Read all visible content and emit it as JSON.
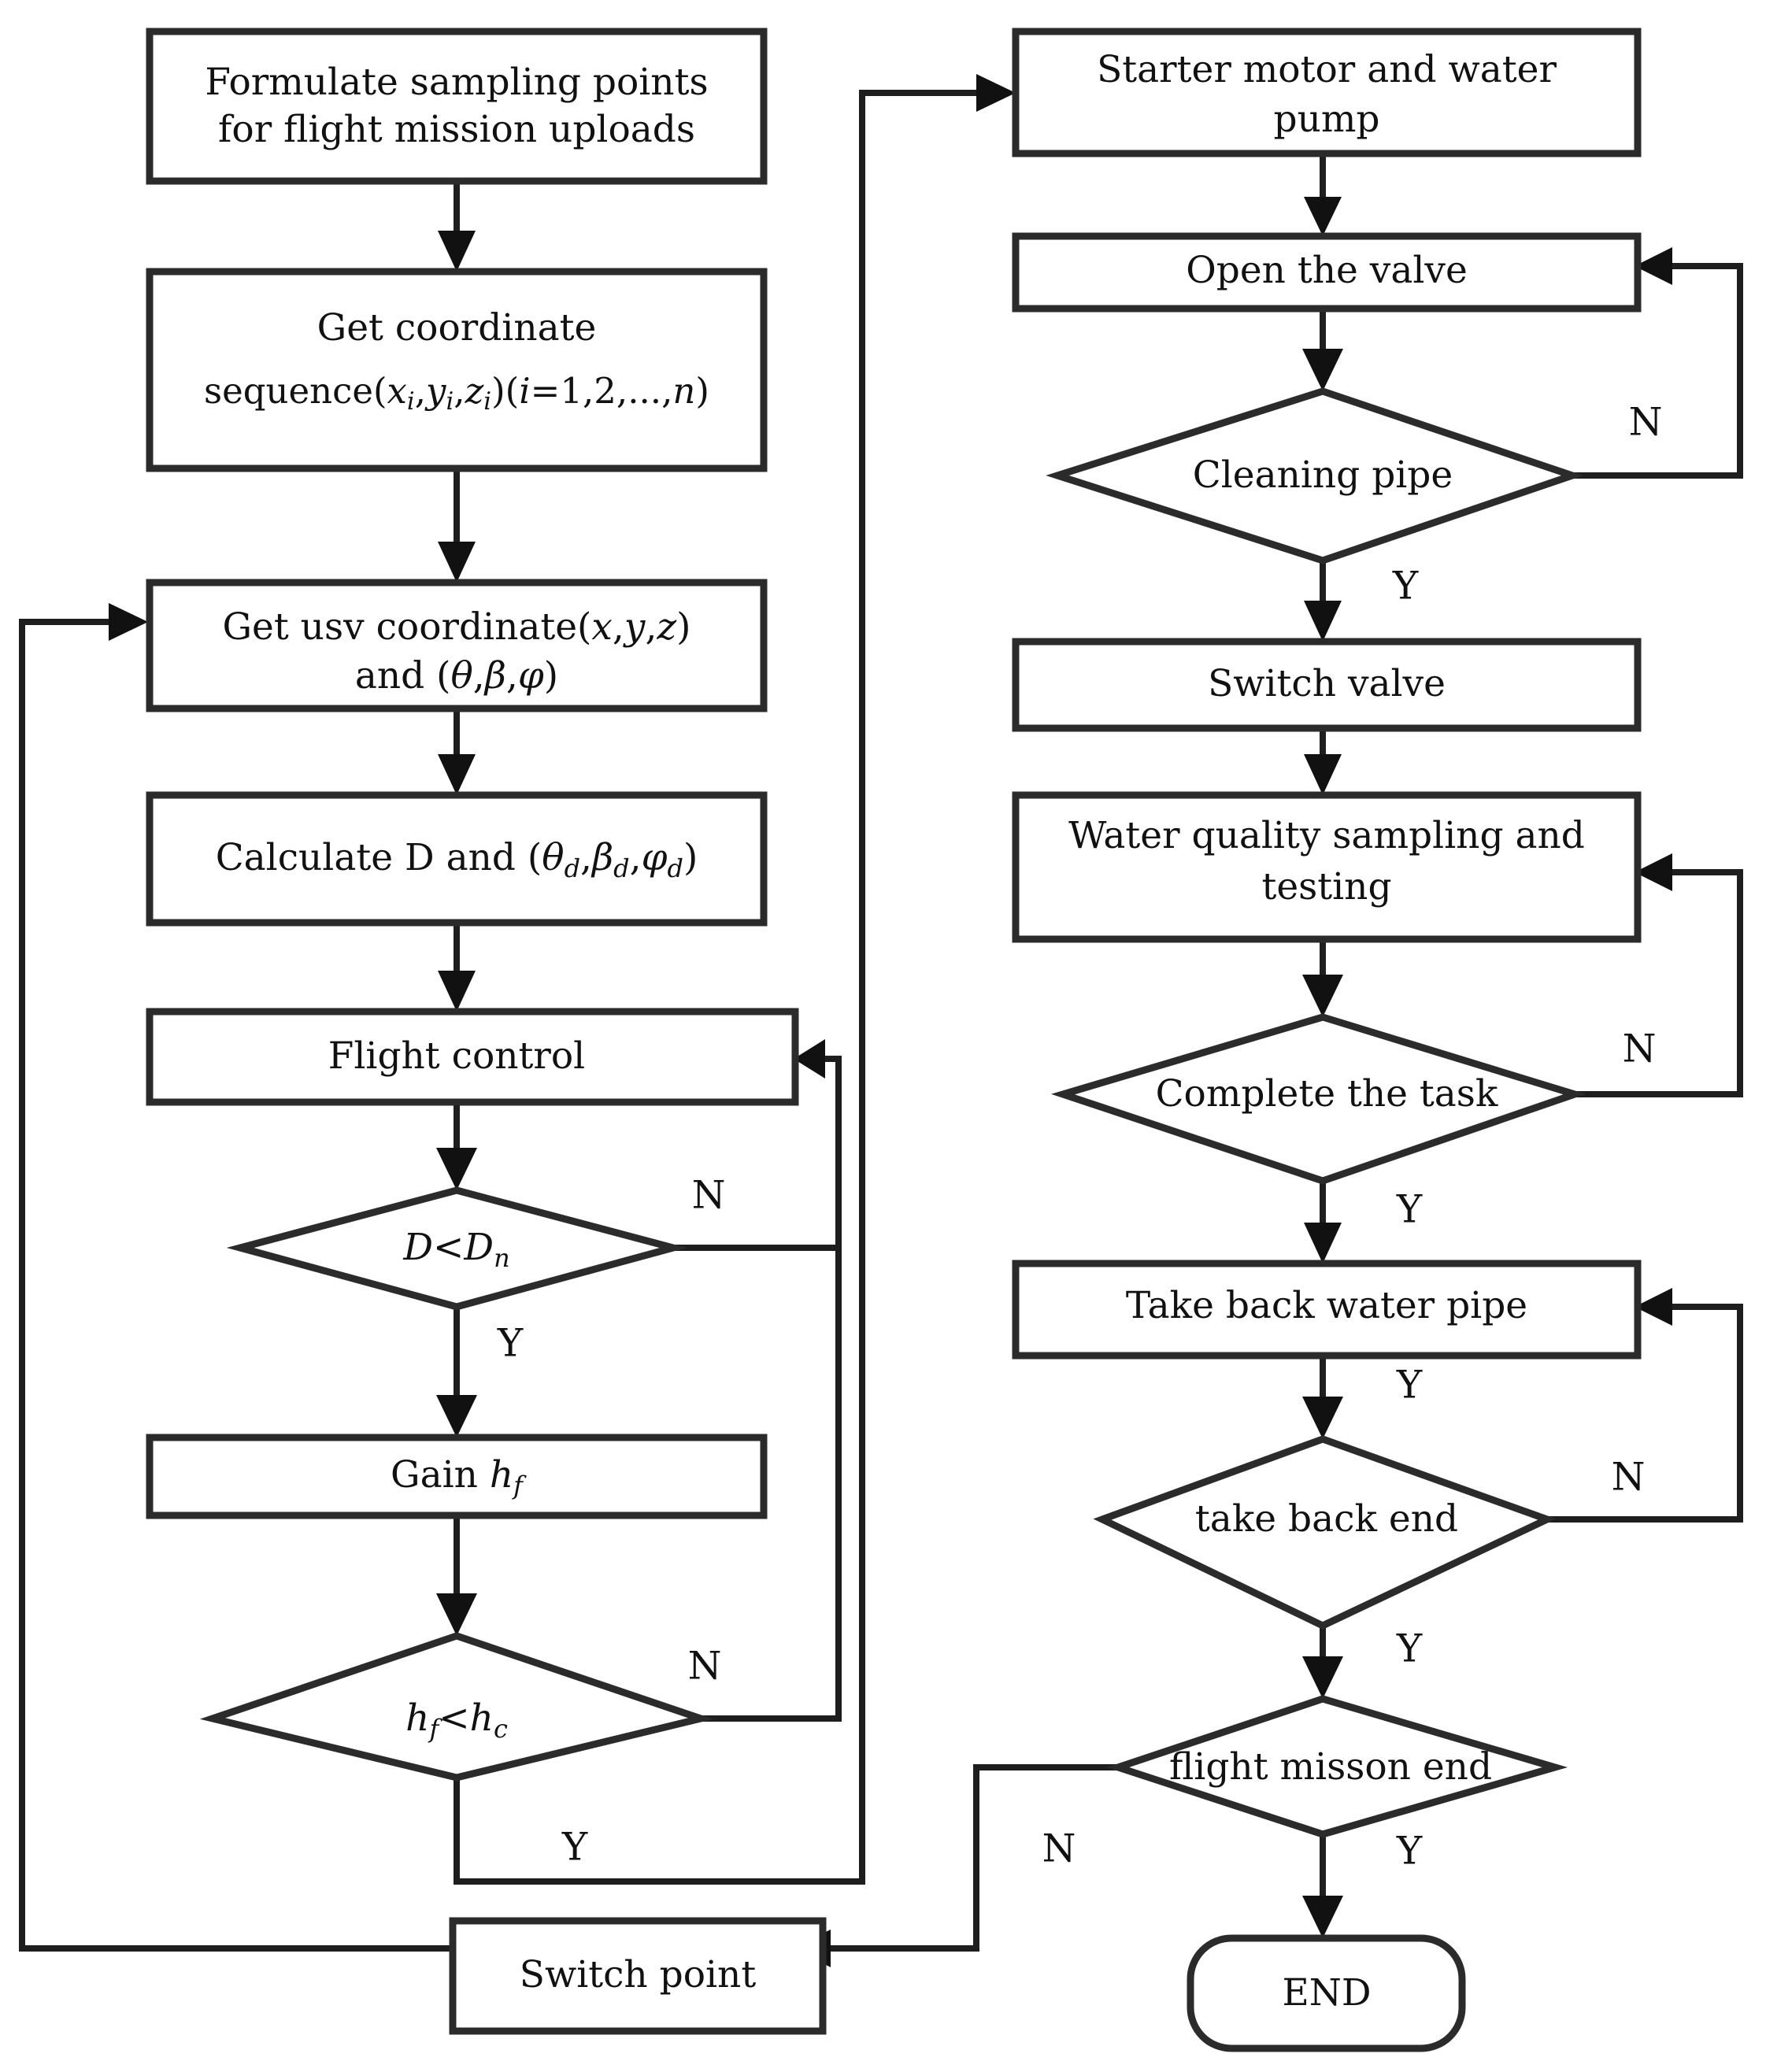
{
  "diagram": {
    "title": "UAV water sampling flight mission flowchart",
    "background_color": "#ffffff",
    "line_color": "#1e1e1e",
    "shape_fill": "#ffffff"
  },
  "chart_data": {
    "type": "flowchart",
    "orientation": "two-column",
    "nodes": [
      {
        "id": "formulate",
        "shape": "process",
        "text": "Formulate sampling points for flight mission uploads",
        "lines": [
          "Formulate sampling points",
          "for flight mission uploads"
        ]
      },
      {
        "id": "getcoord",
        "shape": "process",
        "text": "Get coordinate sequence(xi,yi,zi)(i=1,2,...,n)",
        "lines": [
          "Get coordinate",
          "sequence(xi,yi,zi)(i=1,2,...,n)"
        ]
      },
      {
        "id": "getusv",
        "shape": "process",
        "text": "Get usv coordinate(x,y,z) and (θ,β,φ)",
        "lines": [
          "Get usv coordinate(x,y,z)",
          "and (θ,β,φ)"
        ]
      },
      {
        "id": "calcd",
        "shape": "process",
        "text": "Calculate D and (θd,βd,φd)",
        "lines": [
          "Calculate D and (θd,βd,φd)"
        ]
      },
      {
        "id": "flightctl",
        "shape": "process",
        "text": "Flight control",
        "lines": [
          "Flight control"
        ]
      },
      {
        "id": "dltdn",
        "shape": "decision",
        "text": "D<Dn",
        "lines": [
          "D<Dn"
        ]
      },
      {
        "id": "gainhf",
        "shape": "process",
        "text": "Gain hf",
        "lines": [
          "Gain hf"
        ]
      },
      {
        "id": "hflthc",
        "shape": "decision",
        "text": "hf<hc",
        "lines": [
          "hf<hc"
        ]
      },
      {
        "id": "switchpt",
        "shape": "process",
        "text": "Switch point",
        "lines": [
          "Switch point"
        ]
      },
      {
        "id": "starter",
        "shape": "process",
        "text": "Starter motor and water pump",
        "lines": [
          "Starter motor and water",
          "pump"
        ]
      },
      {
        "id": "openvalve",
        "shape": "process",
        "text": "Open the valve",
        "lines": [
          "Open the valve"
        ]
      },
      {
        "id": "cleanpipe",
        "shape": "decision",
        "text": "Cleaning pipe",
        "lines": [
          "Cleaning pipe"
        ]
      },
      {
        "id": "switchvlv",
        "shape": "process",
        "text": "Switch valve",
        "lines": [
          "Switch valve"
        ]
      },
      {
        "id": "wqsample",
        "shape": "process",
        "text": "Water quality sampling and testing",
        "lines": [
          "Water quality sampling and",
          "testing"
        ]
      },
      {
        "id": "completetsk",
        "shape": "decision",
        "text": "Complete the task",
        "lines": [
          "Complete the task"
        ]
      },
      {
        "id": "takeback",
        "shape": "process",
        "text": "Take back water pipe",
        "lines": [
          "Take back water pipe"
        ]
      },
      {
        "id": "tbend",
        "shape": "decision",
        "text": "take back end",
        "lines": [
          "take back end"
        ]
      },
      {
        "id": "missionend",
        "shape": "decision",
        "text": "flight misson end",
        "lines": [
          "flight misson end"
        ]
      },
      {
        "id": "end",
        "shape": "terminator",
        "text": "END",
        "lines": [
          "END"
        ]
      }
    ],
    "edges": [
      {
        "from": "formulate",
        "to": "getcoord",
        "label": ""
      },
      {
        "from": "getcoord",
        "to": "getusv",
        "label": ""
      },
      {
        "from": "getusv",
        "to": "calcd",
        "label": ""
      },
      {
        "from": "calcd",
        "to": "flightctl",
        "label": ""
      },
      {
        "from": "flightctl",
        "to": "dltdn",
        "label": ""
      },
      {
        "from": "dltdn",
        "to": "gainhf",
        "label": "Y"
      },
      {
        "from": "dltdn",
        "to": "flightctl",
        "label": "N"
      },
      {
        "from": "gainhf",
        "to": "hflthc",
        "label": ""
      },
      {
        "from": "hflthc",
        "to": "flightctl",
        "label": "N"
      },
      {
        "from": "hflthc",
        "to": "starter",
        "label": "Y"
      },
      {
        "from": "starter",
        "to": "openvalve",
        "label": ""
      },
      {
        "from": "openvalve",
        "to": "cleanpipe",
        "label": ""
      },
      {
        "from": "cleanpipe",
        "to": "openvalve",
        "label": "N"
      },
      {
        "from": "cleanpipe",
        "to": "switchvlv",
        "label": "Y"
      },
      {
        "from": "switchvlv",
        "to": "wqsample",
        "label": ""
      },
      {
        "from": "wqsample",
        "to": "completetsk",
        "label": ""
      },
      {
        "from": "completetsk",
        "to": "wqsample",
        "label": "N"
      },
      {
        "from": "completetsk",
        "to": "takeback",
        "label": "Y"
      },
      {
        "from": "takeback",
        "to": "tbend",
        "label": "Y"
      },
      {
        "from": "tbend",
        "to": "takeback",
        "label": "N"
      },
      {
        "from": "tbend",
        "to": "missionend",
        "label": "Y"
      },
      {
        "from": "missionend",
        "to": "switchpt",
        "label": "N"
      },
      {
        "from": "missionend",
        "to": "end",
        "label": "Y"
      },
      {
        "from": "switchpt",
        "to": "getusv",
        "label": ""
      }
    ],
    "branch_labels": [
      "N",
      "Y"
    ]
  },
  "labels": {
    "formulate_l1": "Formulate sampling points",
    "formulate_l2": "for flight mission uploads",
    "getcoord_l1": "Get coordinate",
    "getcoord_pre": "sequence(",
    "getcoord_x": "x",
    "getcoord_i1": "i",
    "getcoord_c1": ",",
    "getcoord_y": "y",
    "getcoord_i2": "i",
    "getcoord_c2": ",",
    "getcoord_z": "z",
    "getcoord_i3": "i",
    "getcoord_mid": ")(",
    "getcoord_ii": "i",
    "getcoord_eq": "=1,2,...,",
    "getcoord_n": "n",
    "getcoord_close": ")",
    "getusv_pre": "Get usv coordinate(",
    "getusv_x": "x",
    "getusv_c1": ",",
    "getusv_y": "y",
    "getusv_c2": ",",
    "getusv_z": "z",
    "getusv_close": ")",
    "getusv_l2pre": "and (",
    "getusv_theta": "θ",
    "getusv_c3": ",",
    "getusv_beta": "β",
    "getusv_c4": ",",
    "getusv_phi": "φ",
    "getusv_l2close": ")",
    "calcd_pre": "Calculate D and (",
    "calcd_theta": "θ",
    "calcd_sub1": "d",
    "calcd_c1": ",",
    "calcd_beta": "β",
    "calcd_sub2": "d",
    "calcd_c2": ",",
    "calcd_phi": "φ",
    "calcd_sub3": "d",
    "calcd_close": ")",
    "flightctl": "Flight control",
    "dltdn_d1": "D",
    "dltdn_lt": "<",
    "dltdn_d2": "D",
    "dltdn_n": "n",
    "gainhf_pre": "Gain ",
    "gainhf_h": "h",
    "gainhf_f": "f",
    "hflthc_h1": "h",
    "hflthc_f": "f",
    "hflthc_lt": "<",
    "hflthc_h2": "h",
    "hflthc_c": "c",
    "switchpt": "Switch point",
    "starter_l1": "Starter motor and water",
    "starter_l2": "pump",
    "openvalve": "Open the valve",
    "cleanpipe": "Cleaning pipe",
    "switchvlv": "Switch valve",
    "wqsample_l1": "Water quality sampling and",
    "wqsample_l2": "testing",
    "completetsk": "Complete the task",
    "takeback": "Take back water pipe",
    "tbend": "take back end",
    "missionend": "flight misson end",
    "end": "END",
    "br_dltdn_n": "N",
    "br_dltdn_y": "Y",
    "br_hflthc_n": "N",
    "br_hflthc_y": "Y",
    "br_cleanpipe_n": "N",
    "br_cleanpipe_y": "Y",
    "br_completetsk_n": "N",
    "br_completetsk_y": "Y",
    "br_takeback_y": "Y",
    "br_tbend_n": "N",
    "br_tbend_y": "Y",
    "br_missionend_n": "N",
    "br_missionend_y": "Y"
  }
}
